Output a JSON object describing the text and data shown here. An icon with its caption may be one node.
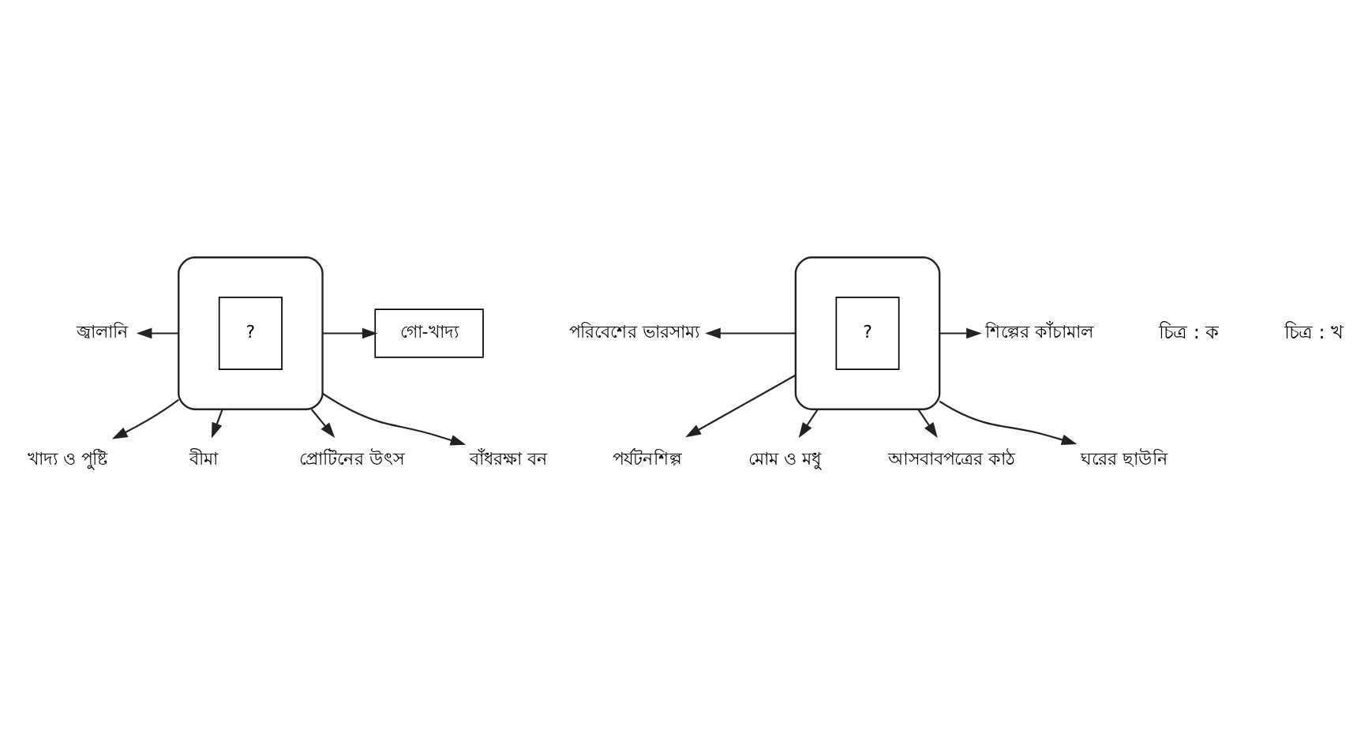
{
  "diagram": {
    "nodes": [
      {
        "text": [],
        "shape": "ellipse"
      },
      {
        "text": [
          "?"
        ],
        "in": 0
      },
      {
        "text": [
          "বীমা"
        ]
      },
      {
        "text": [
          "গো-খাদ্য"
        ]
      },
      {
        "text": [
          "জ্বালানি"
        ]
      },
      {
        "text": [
          "খাদ্য ও পুষ্টি"
        ]
      },
      {
        "text": [
          "বাঁধরক্ষা বন"
        ]
      },
      {
        "text": [
          "প্রোটিনের উৎস"
        ]
      },
      {
        "text": [],
        "shape": "ellipse"
      },
      {
        "text": [
          "?"
        ],
        "in": 8
      },
      {
        "text": [
          "পর্যটনশিল্প"
        ]
      },
      {
        "text": [
          "মোম ও মধু"
        ]
      },
      {
        "text": [
          "শিল্পের কাঁচামাল"
        ]
      },
      {
        "text": [
          "পরিবেশের ভারসাম্য"
        ]
      },
      {
        "text": [
          "ঘরের ছাউনি"
        ]
      },
      {
        "text": [
          "আসবাবপত্রের কাঠ"
        ]
      }
    ],
    "edges": [
      {
        "from": 0,
        "to": 2,
        "arrow": "to"
      },
      {
        "from": 0,
        "to": 3,
        "arrow": "to"
      },
      {
        "from": 0,
        "to": 4,
        "arrow": "to"
      },
      {
        "from": 0,
        "to": 5,
        "arrow": "to"
      },
      {
        "from": 0,
        "to": 6,
        "arrow": "to"
      },
      {
        "from": 0,
        "to": 7,
        "arrow": "to"
      },
      {
        "from": 8,
        "to": 10,
        "arrow": "to"
      },
      {
        "from": 8,
        "to": 11,
        "arrow": "to"
      },
      {
        "from": 8,
        "to": 12,
        "arrow": "to"
      },
      {
        "from": 8,
        "to": 13,
        "arrow": "to"
      },
      {
        "from": 8,
        "to": 14,
        "arrow": "to"
      },
      {
        "from": 8,
        "to": 15,
        "arrow": "to"
      }
    ],
    "labels": [
      "চিত্র : ক",
      "চিত্র : খ"
    ]
  }
}
